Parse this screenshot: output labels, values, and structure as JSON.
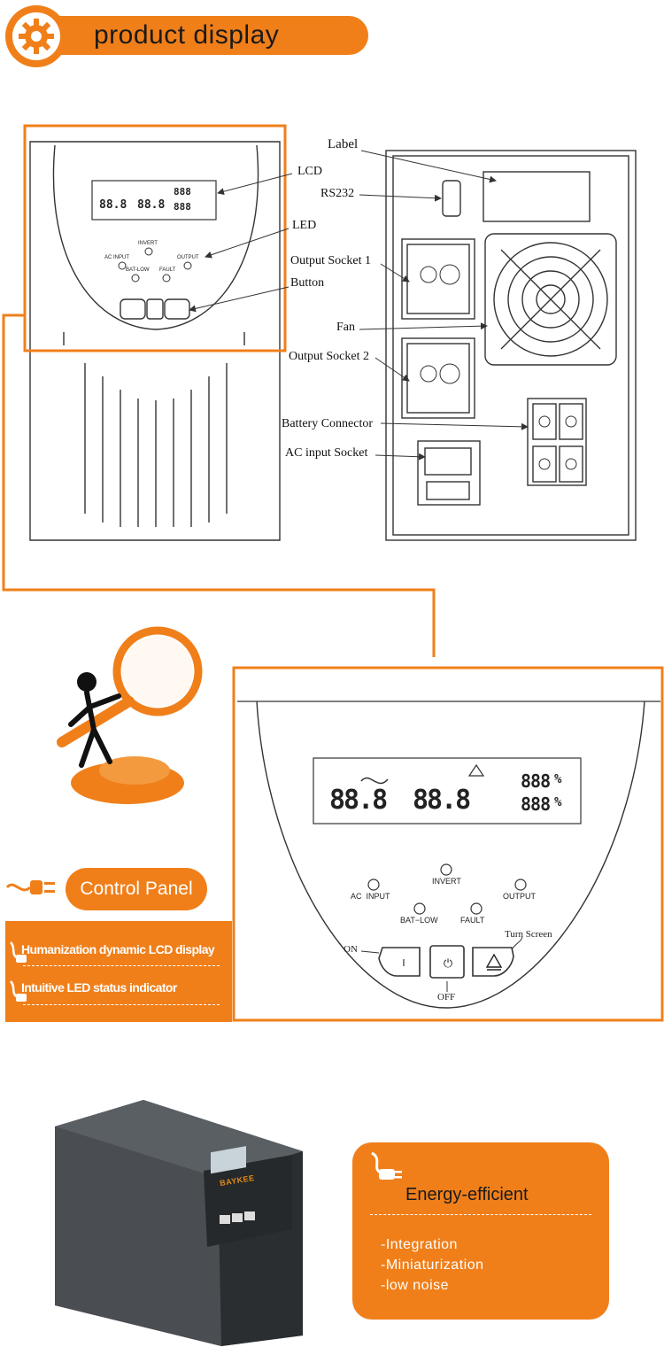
{
  "header": {
    "title": "product display"
  },
  "diagram": {
    "labels": {
      "lcd": "LCD",
      "led": "LED",
      "button": "Button",
      "label": "Label",
      "rs232": "RS232",
      "output_socket_1": "Output Socket 1",
      "fan": "Fan",
      "output_socket_2": "Output Socket 2",
      "battery_connector": "Battery Connector",
      "ac_input_socket": "AC input Socket"
    },
    "small_leds": {
      "invert": "INVERT",
      "ac_input": "AC INPUT",
      "output": "OUTPUT",
      "bat_low": "BAT-LOW",
      "fault": "FAULT"
    }
  },
  "panel": {
    "leds": {
      "invert": "INVERT",
      "ac_input": "AC  INPUT",
      "output": "OUTPUT",
      "bat_low": "BAT−LOW",
      "fault": "FAULT"
    },
    "on_label": "ON",
    "off_label": "OFF",
    "turn_screen_label": "Turn Screen",
    "lcd_digits": {
      "a": "88.8",
      "b": "88.8",
      "c": "888",
      "d": "888",
      "pct": "%"
    }
  },
  "control_panel": {
    "title": "Control Panel",
    "features": [
      "Humanization dynamic LCD display",
      "Intuitive LED status indicator"
    ]
  },
  "product": {
    "brand": "BAYKEE"
  },
  "energy": {
    "title": "Energy-efficient",
    "items": [
      "-Integration",
      "-Miniaturization",
      "-low noise"
    ]
  },
  "colors": {
    "accent": "#f07f1a"
  }
}
